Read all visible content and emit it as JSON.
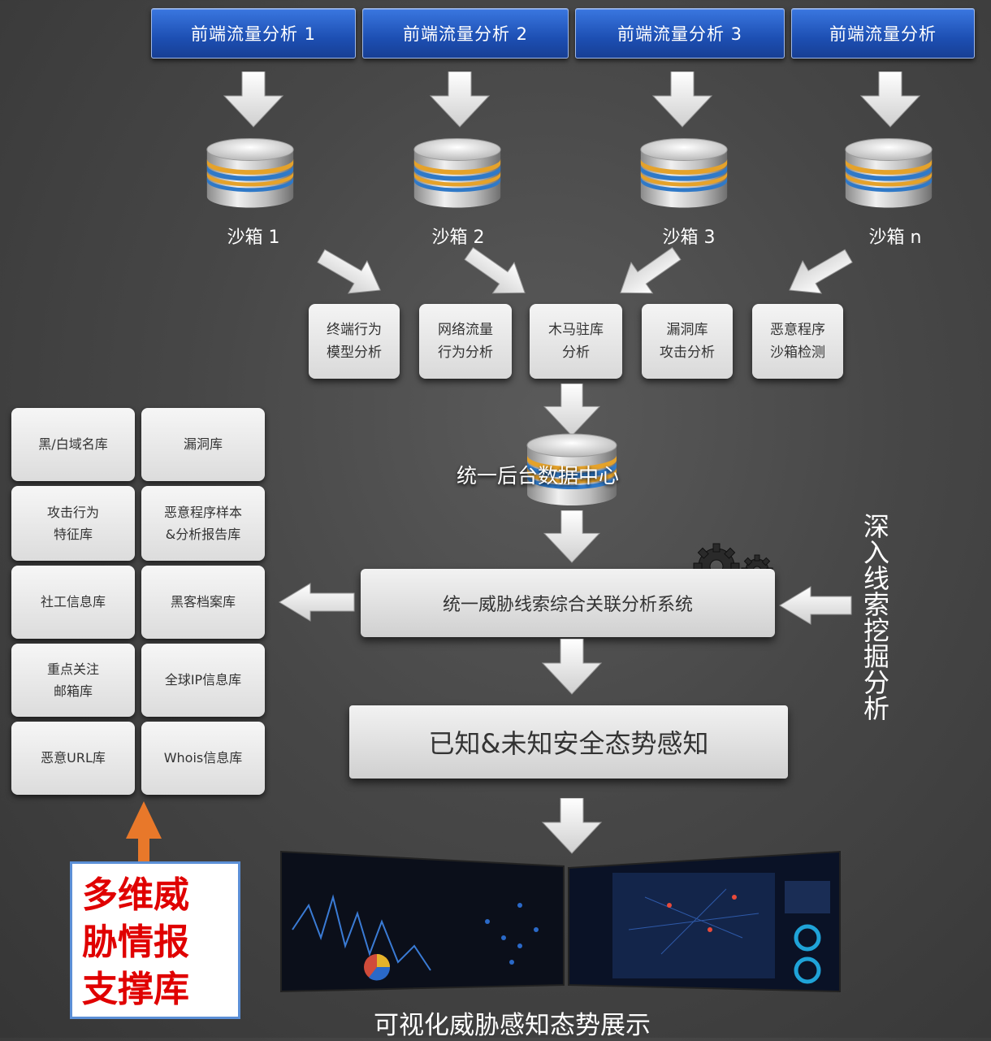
{
  "frontend": [
    "前端流量分析 1",
    "前端流量分析 2",
    "前端流量分析 3",
    "前端流量分析"
  ],
  "sandboxes": [
    "沙箱 1",
    "沙箱 2",
    "沙箱 3",
    "沙箱 n"
  ],
  "analyses": [
    "终端行为\n模型分析",
    "网络流量\n行为分析",
    "木马驻库\n分析",
    "漏洞库\n攻击分析",
    "恶意程序\n沙箱检测"
  ],
  "data_center": "统一后台数据中心",
  "correlation_system": "统一威胁线索综合关联分析系统",
  "deep_mining": "深入线索挖掘分析",
  "situation_awareness": "已知&未知安全态势感知",
  "visualization": "可视化威胁感知态势展示",
  "libraries": [
    "黑/白域名库",
    "漏洞库",
    "攻击行为\n特征库",
    "恶意程序样本\n&分析报告库",
    "社工信息库",
    "黑客档案库",
    "重点关注\n邮箱库",
    "全球IP信息库",
    "恶意URL库",
    "Whois信息库"
  ],
  "support_label": "多维威\n胁情报\n支撑库",
  "colors": {
    "blue_button": "#1d4fb3",
    "red_text": "#e00000",
    "orange_arrow": "#e8782a",
    "box_border": "#5b8fd6"
  }
}
